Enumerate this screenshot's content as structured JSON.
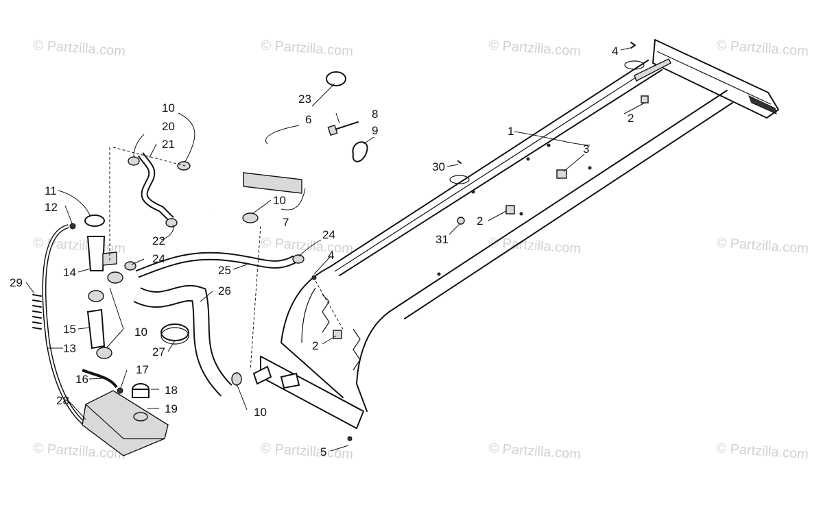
{
  "watermark": {
    "text": "© Partzilla.com",
    "color": "#d2d2d2"
  },
  "callouts": [
    {
      "id": "c1",
      "label": "1"
    },
    {
      "id": "c2a",
      "label": "2"
    },
    {
      "id": "c2b",
      "label": "2"
    },
    {
      "id": "c2c",
      "label": "2"
    },
    {
      "id": "c3",
      "label": "3"
    },
    {
      "id": "c4a",
      "label": "4"
    },
    {
      "id": "c4b",
      "label": "4"
    },
    {
      "id": "c5",
      "label": "5"
    },
    {
      "id": "c6",
      "label": "6"
    },
    {
      "id": "c7",
      "label": "7"
    },
    {
      "id": "c8",
      "label": "8"
    },
    {
      "id": "c9",
      "label": "9"
    },
    {
      "id": "c10a",
      "label": "10"
    },
    {
      "id": "c10b",
      "label": "10"
    },
    {
      "id": "c10c",
      "label": "10"
    },
    {
      "id": "c10d",
      "label": "10"
    },
    {
      "id": "c11",
      "label": "11"
    },
    {
      "id": "c12",
      "label": "12"
    },
    {
      "id": "c13",
      "label": "13"
    },
    {
      "id": "c14",
      "label": "14"
    },
    {
      "id": "c15",
      "label": "15"
    },
    {
      "id": "c16",
      "label": "16"
    },
    {
      "id": "c17",
      "label": "17"
    },
    {
      "id": "c18",
      "label": "18"
    },
    {
      "id": "c19",
      "label": "19"
    },
    {
      "id": "c20",
      "label": "20"
    },
    {
      "id": "c21",
      "label": "21"
    },
    {
      "id": "c22",
      "label": "22"
    },
    {
      "id": "c23",
      "label": "23"
    },
    {
      "id": "c24a",
      "label": "24"
    },
    {
      "id": "c24b",
      "label": "24"
    },
    {
      "id": "c25",
      "label": "25"
    },
    {
      "id": "c26",
      "label": "26"
    },
    {
      "id": "c27",
      "label": "27"
    },
    {
      "id": "c28",
      "label": "28"
    },
    {
      "id": "c29",
      "label": "29"
    },
    {
      "id": "c30",
      "label": "30"
    },
    {
      "id": "c31",
      "label": "31"
    }
  ]
}
